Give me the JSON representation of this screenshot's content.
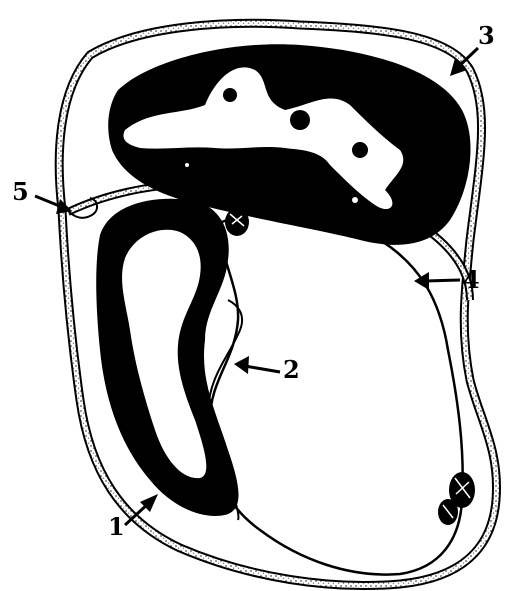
{
  "labels": {
    "l1": "1",
    "l2": "2",
    "l3": "3",
    "l4": "4",
    "l5": "5"
  },
  "colors": {
    "ink": "#000000",
    "paper": "#ffffff",
    "stipple": "#b5b5b5"
  }
}
